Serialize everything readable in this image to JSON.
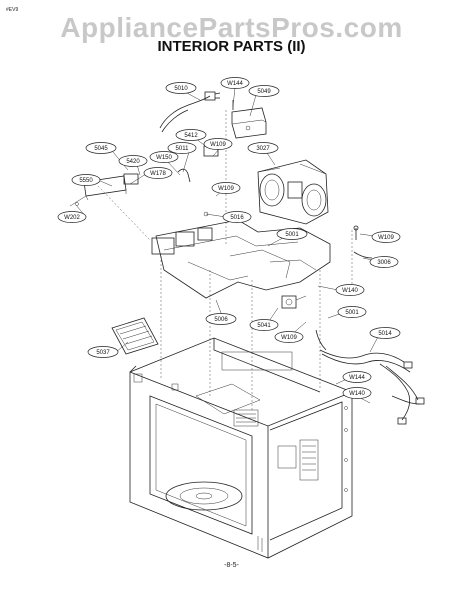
{
  "header": {
    "corner_code": "#EV9",
    "watermark": "AppliancePartsPros.com",
    "title": "INTERIOR PARTS (II)"
  },
  "footer": {
    "page_number": "-8-5-"
  },
  "callouts": [
    {
      "id": "c-5010",
      "text": "5010"
    },
    {
      "id": "c-W144a",
      "text": "W144"
    },
    {
      "id": "c-5049",
      "text": "5049"
    },
    {
      "id": "c-5412",
      "text": "5412"
    },
    {
      "id": "c-5011",
      "text": "5011"
    },
    {
      "id": "c-W109a",
      "text": "W109"
    },
    {
      "id": "c-3027",
      "text": "3027"
    },
    {
      "id": "c-5045",
      "text": "5045"
    },
    {
      "id": "c-5420",
      "text": "5420"
    },
    {
      "id": "c-W150",
      "text": "W150"
    },
    {
      "id": "c-W178",
      "text": "W178"
    },
    {
      "id": "c-5550",
      "text": "5550"
    },
    {
      "id": "c-W109b",
      "text": "W109"
    },
    {
      "id": "c-W202",
      "text": "W202"
    },
    {
      "id": "c-5016",
      "text": "5016"
    },
    {
      "id": "c-5001a",
      "text": "5001"
    },
    {
      "id": "c-W109c",
      "text": "W109"
    },
    {
      "id": "c-3006",
      "text": "3006"
    },
    {
      "id": "c-W140a",
      "text": "W140"
    },
    {
      "id": "c-5006",
      "text": "5006"
    },
    {
      "id": "c-5041",
      "text": "5041"
    },
    {
      "id": "c-5001b",
      "text": "5001"
    },
    {
      "id": "c-W109d",
      "text": "W109"
    },
    {
      "id": "c-5014",
      "text": "5014"
    },
    {
      "id": "c-5037",
      "text": "5037"
    },
    {
      "id": "c-W144b",
      "text": "W144"
    },
    {
      "id": "c-W140b",
      "text": "W140"
    }
  ]
}
